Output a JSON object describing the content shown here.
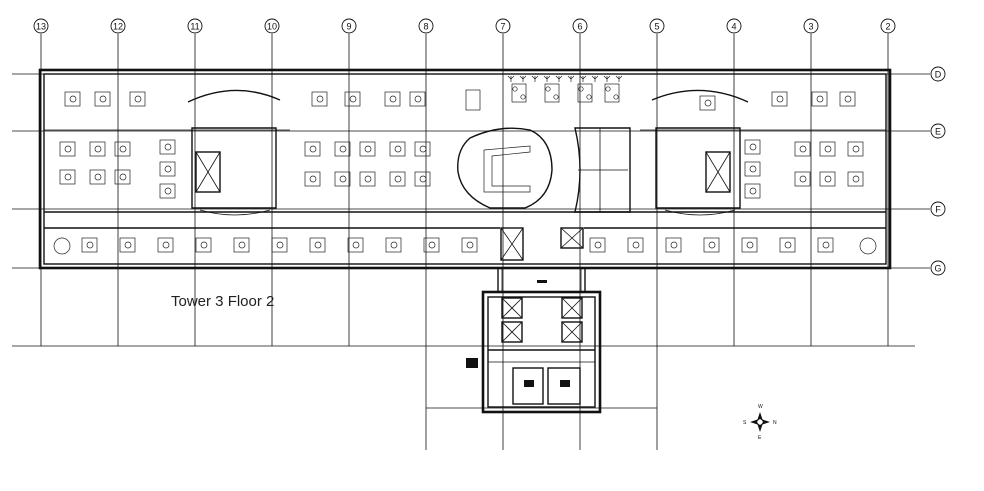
{
  "title": "Tower 3 Floor 2",
  "column_grid": [
    "13",
    "12",
    "11",
    "10",
    "9",
    "8",
    "7",
    "6",
    "5",
    "4",
    "3",
    "2"
  ],
  "row_grid": [
    "D",
    "E",
    "F",
    "G"
  ],
  "compass": {
    "north": "N",
    "south": "S",
    "east": "E",
    "west": "W"
  }
}
